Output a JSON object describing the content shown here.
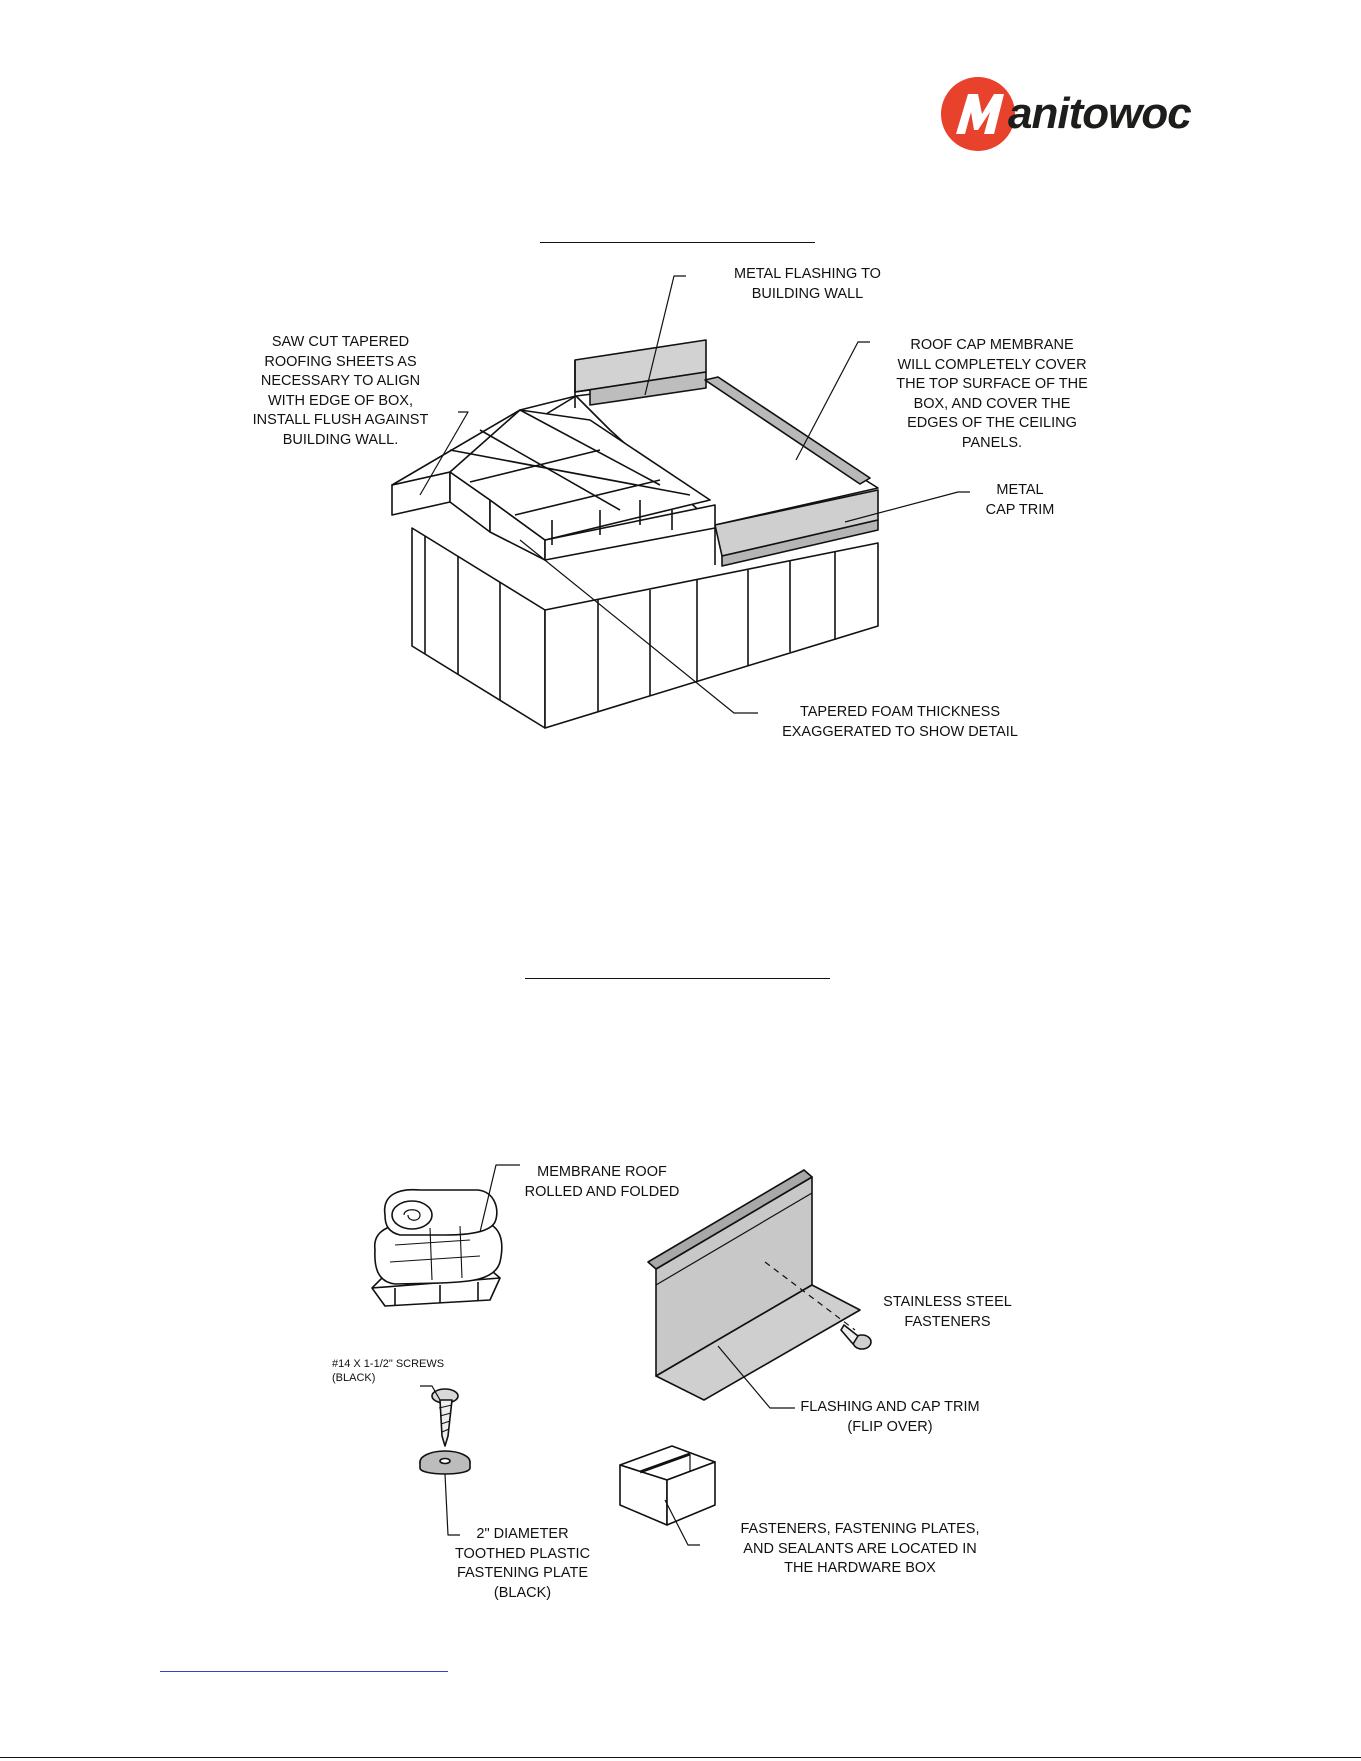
{
  "brand": {
    "name": "Manitowoc",
    "accent": "#e8412c",
    "text_color": "#1d1d1b"
  },
  "figure1": {
    "callouts": {
      "flashing": "METAL FLASHING TO\nBUILDING WALL",
      "saw_cut": "SAW CUT TAPERED\nROOFING SHEETS AS\nNECESSARY TO ALIGN\nWITH EDGE OF BOX,\nINSTALL FLUSH AGAINST\nBUILDING WALL.",
      "membrane": "ROOF CAP MEMBRANE\nWILL COMPLETELY COVER\nTHE TOP SURFACE OF THE\nBOX, AND COVER THE\nEDGES OF THE CEILING\nPANELS.",
      "cap_trim": "METAL\nCAP TRIM",
      "foam": "TAPERED FOAM THICKNESS\nEXAGGERATED TO SHOW DETAIL"
    }
  },
  "figure2": {
    "callouts": {
      "membrane_roll": "MEMBRANE ROOF\nROLLED AND FOLDED",
      "fasteners": "STAINLESS STEEL\nFASTENERS",
      "screws": "#14 X 1-1/2\" SCREWS\n(BLACK)",
      "trim": "FLASHING AND CAP TRIM\n(FLIP OVER)",
      "plate": "2\" DIAMETER\nTOOTHED PLASTIC\nFASTENING PLATE\n(BLACK)",
      "hardware": "FASTENERS, FASTENING PLATES,\nAND SEALANTS ARE LOCATED IN\nTHE HARDWARE BOX"
    }
  }
}
